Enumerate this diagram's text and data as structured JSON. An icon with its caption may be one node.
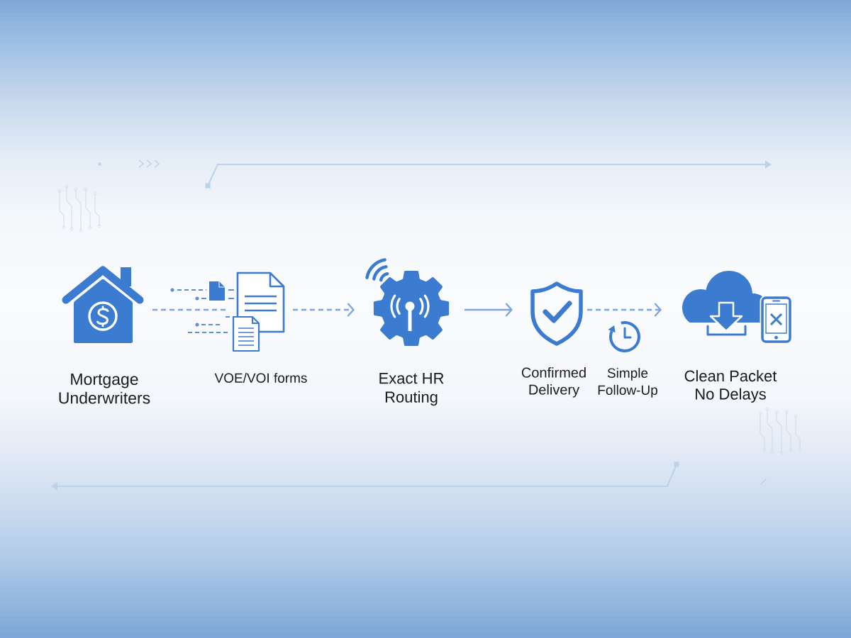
{
  "diagram": {
    "nodes": [
      {
        "text": [
          "Mortgage Underwriters"
        ]
      },
      {
        "text": [
          "VOE/VOI forms"
        ]
      },
      {
        "text": [
          "Exact HR Routing"
        ]
      },
      {
        "text": [
          "Confirmed Delivery"
        ]
      },
      {
        "text": [
          "Simple Follow-Up"
        ]
      },
      {
        "text": [
          "Clean Packet No Delays"
        ]
      }
    ],
    "edges": [
      {
        "from": 0,
        "to": 1,
        "arrow": "none",
        "style": "dashed"
      },
      {
        "from": 1,
        "to": 2,
        "arrow": "to",
        "style": "dashed"
      },
      {
        "from": 2,
        "to": 3,
        "arrow": "to"
      },
      {
        "from": 3,
        "to": 5,
        "arrow": "to",
        "style": "dashed"
      }
    ]
  }
}
